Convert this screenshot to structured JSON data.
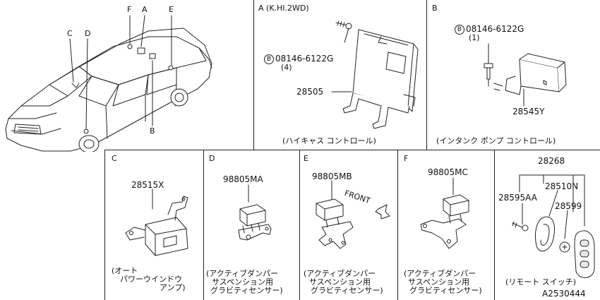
{
  "vehicle": {
    "callouts": {
      "a": "A",
      "b": "B",
      "c": "C",
      "d": "D",
      "e": "E",
      "f": "F"
    }
  },
  "panel_a": {
    "title": "A (K.HI.2WD)",
    "bolt_code": "08146-6122G",
    "bolt_circle": "B",
    "bolt_qty": "(4)",
    "part_no": "28505",
    "caption": "(ハイキャス コントロール)"
  },
  "panel_b": {
    "title": "B",
    "bolt_circle": "B",
    "bolt_code": "08146-6122G",
    "bolt_qty": "(1)",
    "part_no": "28545Y",
    "caption": "(インタンク ポンプ コントロール)"
  },
  "panel_c": {
    "title": "C",
    "part_no": "28515X",
    "caption_1": "(オート",
    "caption_2": "パワーウインドウ",
    "caption_3": "アンプ)"
  },
  "panel_d": {
    "title": "D",
    "part_no": "98805MA",
    "caption_1": "(アクティブダンパー",
    "caption_2": "サスペンション用",
    "caption_3": "グラビティセンサー)"
  },
  "panel_e": {
    "title": "E",
    "part_no": "98805MB",
    "front_label": "FRONT",
    "caption_1": "(アクティブダンパー",
    "caption_2": "サスペンション用",
    "caption_3": "グラビティセンサー)"
  },
  "panel_f": {
    "title": "F",
    "part_no": "98805MC",
    "caption_1": "(アクティブダンパー",
    "caption_2": "サスペンション用",
    "caption_3": "グラビティセンサー)"
  },
  "panel_remote": {
    "part_main": "28268",
    "part_screw": "28595AA",
    "part_case": "28510N",
    "part_battery": "28599",
    "caption": "(リモート スイッチ)"
  },
  "figure_id": "A2530444"
}
